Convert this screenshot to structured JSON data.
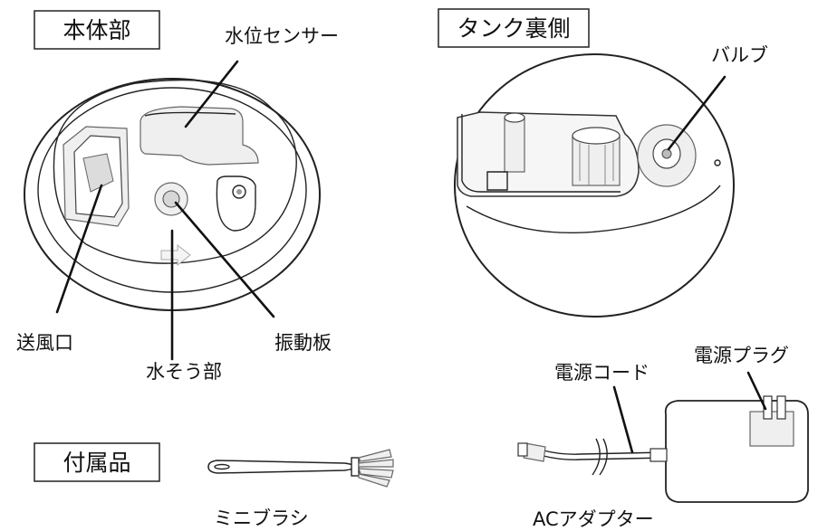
{
  "sections": {
    "main_body": "本体部",
    "tank_back": "タンク裏側",
    "accessories": "付属品"
  },
  "labels": {
    "water_level_sensor": "水位センサー",
    "air_outlet": "送風口",
    "vibration_plate": "振動板",
    "water_tank_part": "水そう部",
    "valve": "バルブ",
    "power_cord": "電源コード",
    "power_plug": "電源プラグ",
    "mini_brush": "ミニブラシ",
    "ac_adapter": "ACアダプター"
  }
}
